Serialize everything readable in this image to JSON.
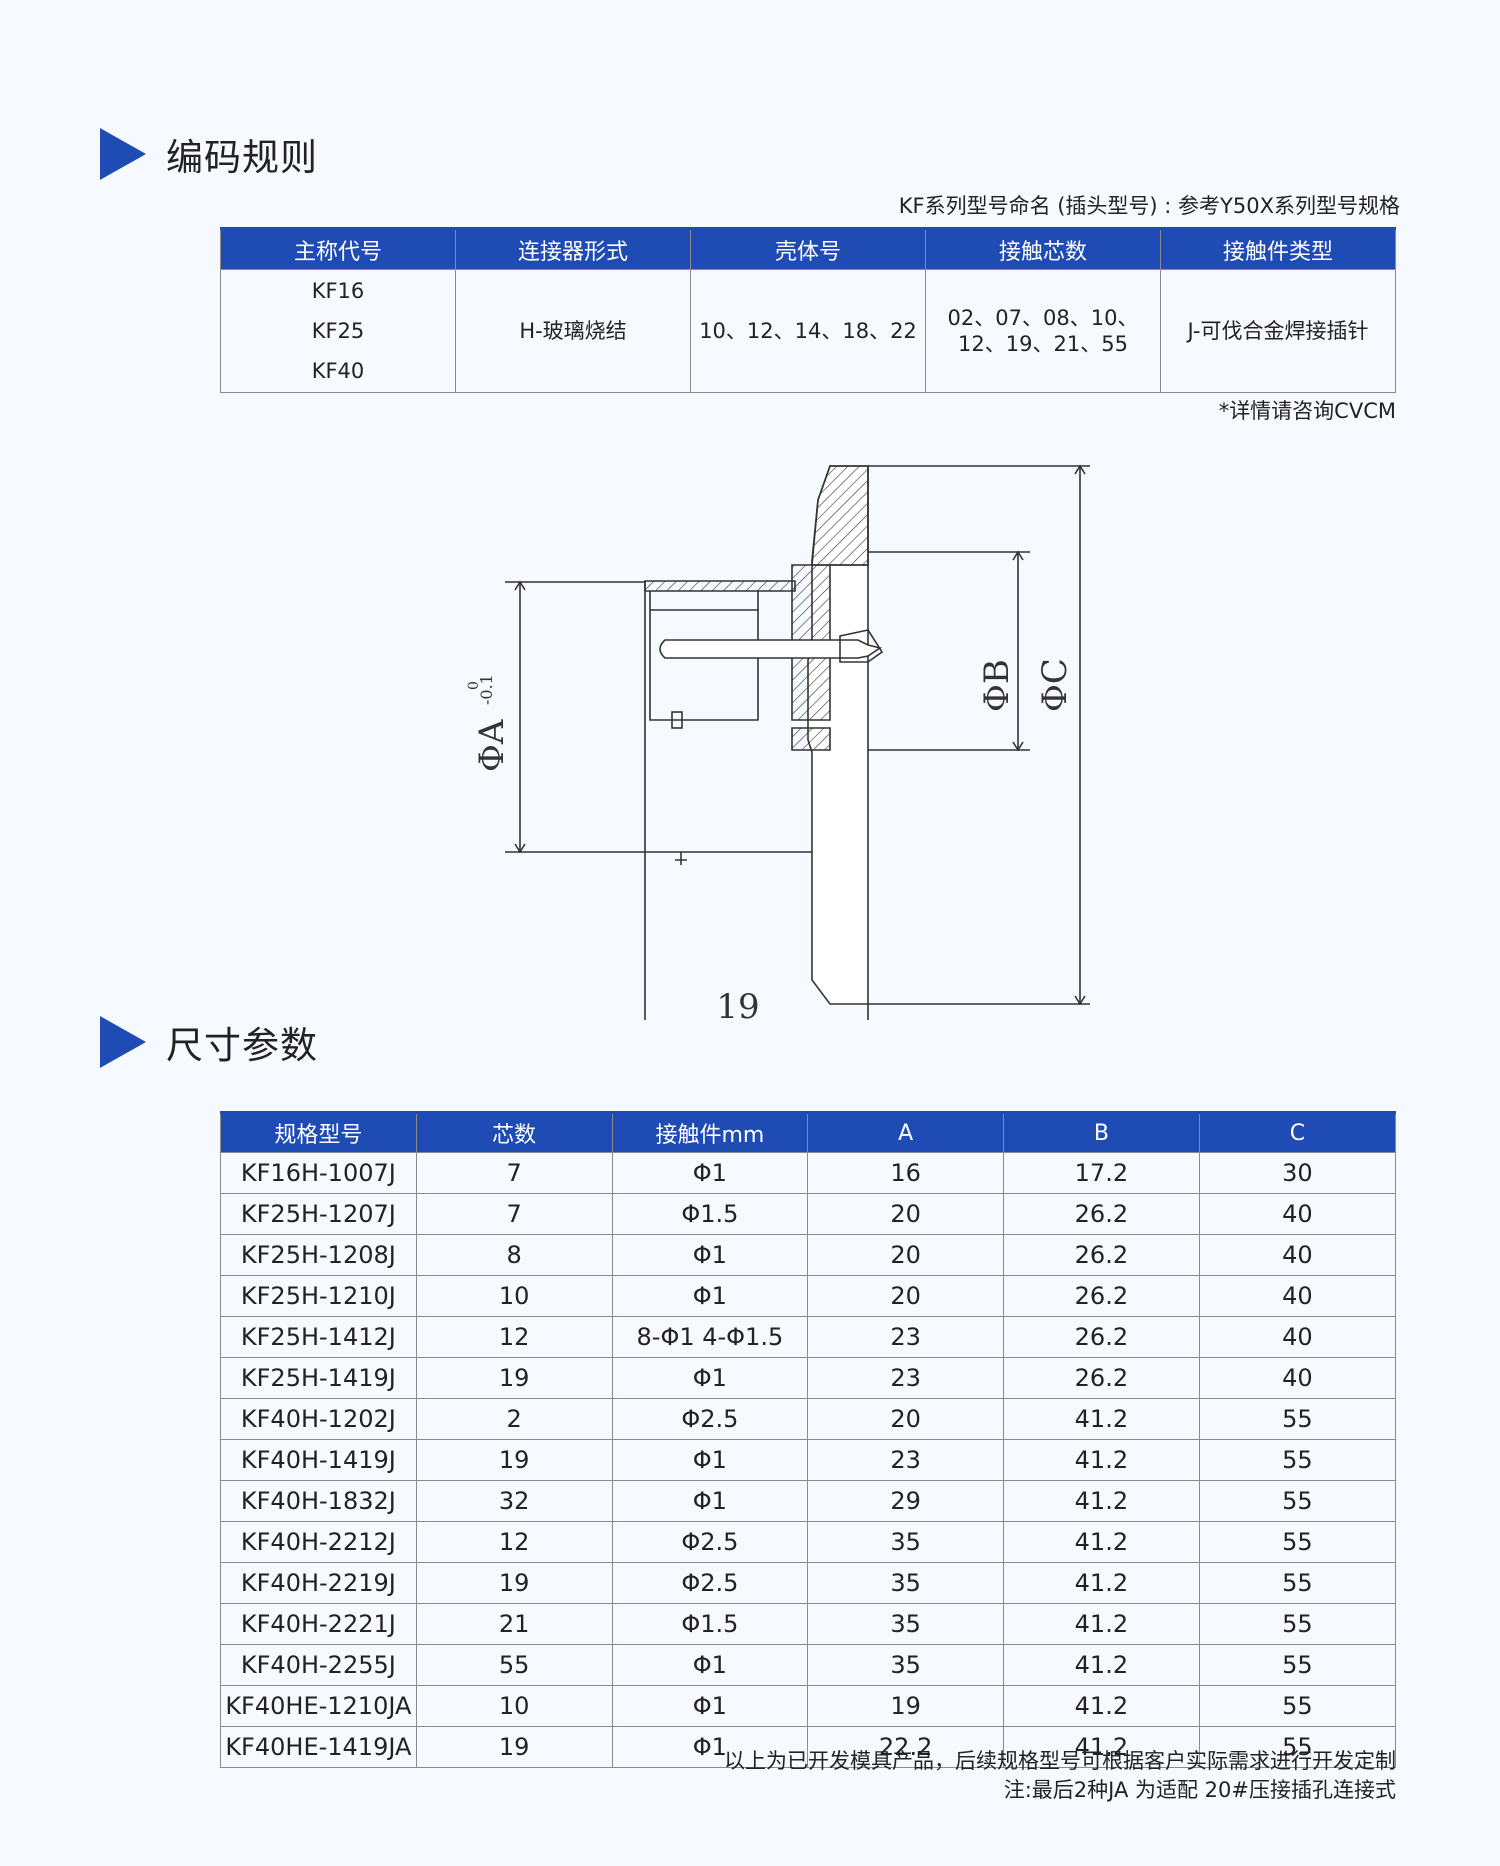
{
  "coding_section": {
    "title": "编码规则",
    "naming_note": "KF系列型号命名 (插头型号) : 参考Y50X系列型号规格",
    "headers": [
      "主称代号",
      "连接器形式",
      "壳体号",
      "接触芯数",
      "接触件类型"
    ],
    "main_codes": [
      "KF16",
      "KF25",
      "KF40"
    ],
    "connector_form": "H-玻璃烧结",
    "shell_numbers": "10、12、14、18、22",
    "contact_counts": "02、07、08、10、12、19、21、55",
    "contact_type": "J-可伐合金焊接插针",
    "detail_note": "*详情请咨询CVCM"
  },
  "drawing": {
    "label_a": "ΦA",
    "label_a_tol_upper": "0",
    "label_a_tol_lower": "-0.1",
    "label_b": "ΦB",
    "label_c": "ΦC",
    "label_length": "19"
  },
  "dimension_section": {
    "title": "尺寸参数",
    "headers": [
      "规格型号",
      "芯数",
      "接触件mm",
      "A",
      "B",
      "C"
    ],
    "rows": [
      [
        "KF16H-1007J",
        "7",
        "Φ1",
        "16",
        "17.2",
        "30"
      ],
      [
        "KF25H-1207J",
        "7",
        "Φ1.5",
        "20",
        "26.2",
        "40"
      ],
      [
        "KF25H-1208J",
        "8",
        "Φ1",
        "20",
        "26.2",
        "40"
      ],
      [
        "KF25H-1210J",
        "10",
        "Φ1",
        "20",
        "26.2",
        "40"
      ],
      [
        "KF25H-1412J",
        "12",
        "8-Φ1   4-Φ1.5",
        "23",
        "26.2",
        "40"
      ],
      [
        "KF25H-1419J",
        "19",
        "Φ1",
        "23",
        "26.2",
        "40"
      ],
      [
        "KF40H-1202J",
        "2",
        "Φ2.5",
        "20",
        "41.2",
        "55"
      ],
      [
        "KF40H-1419J",
        "19",
        "Φ1",
        "23",
        "41.2",
        "55"
      ],
      [
        "KF40H-1832J",
        "32",
        "Φ1",
        "29",
        "41.2",
        "55"
      ],
      [
        "KF40H-2212J",
        "12",
        "Φ2.5",
        "35",
        "41.2",
        "55"
      ],
      [
        "KF40H-2219J",
        "19",
        "Φ2.5",
        "35",
        "41.2",
        "55"
      ],
      [
        "KF40H-2221J",
        "21",
        "Φ1.5",
        "35",
        "41.2",
        "55"
      ],
      [
        "KF40H-2255J",
        "55",
        "Φ1",
        "35",
        "41.2",
        "55"
      ],
      [
        "KF40HE-1210JA",
        "10",
        "Φ1",
        "19",
        "41.2",
        "55"
      ],
      [
        "KF40HE-1419JA",
        "19",
        "Φ1",
        "22.2",
        "41.2",
        "55"
      ]
    ],
    "footer_note_1": "以上为已开发模具产品，后续规格型号可根据客户实际需求进行开发定制",
    "footer_note_2": "注:最后2种JA 为适配 20#压接插孔连接式"
  },
  "colors": {
    "accent": "#1f4bb5",
    "background": "#f6f9fe",
    "border": "#8c8c8c",
    "text": "#222222"
  },
  "icons": [
    "section-arrow-icon"
  ]
}
